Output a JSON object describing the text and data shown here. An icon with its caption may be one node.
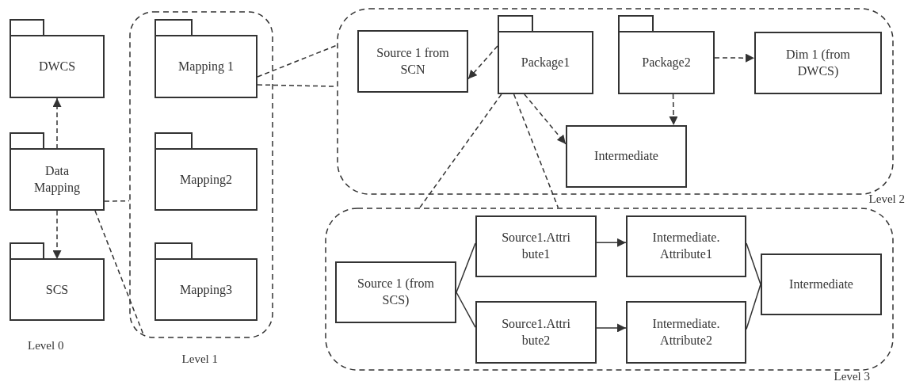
{
  "diagram": {
    "nodes": [
      {
        "text": [
          "DWCS"
        ]
      },
      {
        "text": [
          "Data Mapping"
        ]
      },
      {
        "text": [
          "SCS"
        ]
      },
      {
        "text": [
          "Level 1"
        ]
      },
      {
        "text": [
          "Mapping 1"
        ],
        "in": 3
      },
      {
        "text": [
          "Mapping2"
        ],
        "in": 3
      },
      {
        "text": [
          "Mapping3"
        ],
        "in": 3
      },
      {
        "text": [
          "Level 2"
        ]
      },
      {
        "text": [
          "Source 1 from SCN"
        ],
        "in": 7
      },
      {
        "text": [
          "Package1"
        ],
        "in": 7
      },
      {
        "text": [
          "Package2"
        ],
        "in": 7
      },
      {
        "text": [
          "Dim 1 (from DWCS)"
        ],
        "in": 7
      },
      {
        "text": [
          "Intermediate"
        ],
        "in": 7
      },
      {
        "text": [
          "Level 3"
        ]
      },
      {
        "text": [
          "Source 1 (from SCS)"
        ],
        "in": 13
      },
      {
        "text": [
          "Source1.Attri bute1"
        ],
        "in": 13
      },
      {
        "text": [
          "Intermediate. Attribute1"
        ],
        "in": 13
      },
      {
        "text": [
          "Source1.Attri bute2"
        ],
        "in": 13
      },
      {
        "text": [
          "Intermediate. Attribute2"
        ],
        "in": 13
      },
      {
        "text": [
          "Intermediate"
        ],
        "in": 13
      }
    ],
    "edges": [
      {
        "from": 1,
        "to": 0,
        "arrow": "to",
        "style": "dashed"
      },
      {
        "from": 1,
        "to": 2,
        "arrow": "to",
        "style": "dashed"
      },
      {
        "from": 1,
        "to": 3,
        "arrow": "none",
        "style": "dashed"
      },
      {
        "from": 1,
        "to": 3,
        "arrow": "none",
        "style": "dashed"
      },
      {
        "from": 4,
        "to": 7,
        "arrow": "none",
        "style": "dashed"
      },
      {
        "from": 4,
        "to": 7,
        "arrow": "none",
        "style": "dashed"
      },
      {
        "from": 9,
        "to": 13,
        "arrow": "none",
        "style": "dashed"
      },
      {
        "from": 9,
        "to": 13,
        "arrow": "none",
        "style": "dashed"
      },
      {
        "from": 9,
        "to": 8,
        "arrow": "to",
        "style": "dashed"
      },
      {
        "from": 9,
        "to": 12,
        "arrow": "to",
        "style": "dashed"
      },
      {
        "from": 10,
        "to": 12,
        "arrow": "to",
        "style": "dashed"
      },
      {
        "from": 10,
        "to": 11,
        "arrow": "to",
        "style": "dashed"
      },
      {
        "from": 14,
        "to": 15,
        "arrow": "none"
      },
      {
        "from": 14,
        "to": 17,
        "arrow": "none"
      },
      {
        "from": 15,
        "to": 16,
        "arrow": "to"
      },
      {
        "from": 17,
        "to": 18,
        "arrow": "to"
      },
      {
        "from": 16,
        "to": 19,
        "arrow": "none"
      },
      {
        "from": 18,
        "to": 19,
        "arrow": "none"
      }
    ],
    "labels": [
      "Level 0"
    ]
  }
}
